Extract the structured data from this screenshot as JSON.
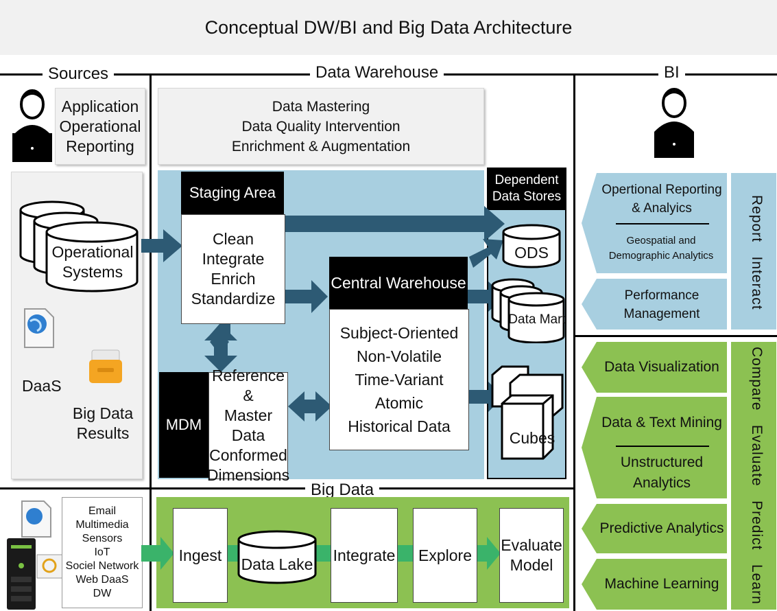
{
  "title": "Conceptual DW/BI and Big Data Architecture",
  "sections": {
    "sources": "Sources",
    "data_warehouse": "Data Warehouse",
    "bi": "BI",
    "big_data": "Big Data"
  },
  "sources": {
    "app_reporting": [
      "Application",
      "Operational",
      "Reporting"
    ],
    "operational_systems": [
      "Operational",
      "Systems"
    ],
    "daas": "DaaS",
    "big_data_results": [
      "Big Data",
      "Results"
    ],
    "bigdata_sources": [
      "Email",
      "Multimedia",
      "Sensors",
      "IoT",
      "Sociel Network",
      "Web DaaS",
      "DW"
    ]
  },
  "dw": {
    "mastering": [
      "Data Mastering",
      "Data Quality Intervention",
      "Enrichment & Augmentation"
    ],
    "staging_title": "Staging Area",
    "staging_items": [
      "Clean",
      "Integrate",
      "Enrich",
      "Standardize"
    ],
    "central_title": "Central Warehouse",
    "central_items": [
      "Subject-Oriented",
      "Non-Volatile",
      "Time-Variant",
      "Atomic",
      "Historical Data"
    ],
    "mdm_label": "MDM",
    "mdm_items": [
      "Reference &",
      "Master Data",
      "Conformed",
      "Dimensions"
    ],
    "dependent_title": [
      "Dependent",
      "Data Stores"
    ],
    "ods": "ODS",
    "data_mart": "Data Mart",
    "cubes": "Cubes"
  },
  "big_data": {
    "ingest": "Ingest",
    "data_lake": "Data Lake",
    "integrate": "Integrate",
    "explore": "Explore",
    "evaluate": [
      "Evaluate",
      "Model"
    ]
  },
  "bi": {
    "op_reporting": [
      "Opertional Reporting",
      "& Analyics"
    ],
    "geospatial": [
      "Geospatial and",
      "Demographic Analytics"
    ],
    "performance": [
      "Performance",
      "Management"
    ],
    "data_viz": "Data Visualization",
    "text_mining": "Data & Text Mining",
    "unstructured": [
      "Unstructured",
      "Analytics"
    ],
    "predictive": "Predictive Analytics",
    "ml": "Machine Learning",
    "side_blue": "Report   Interact",
    "side_green": "Compare   Evaluate   Predict   Learn"
  },
  "colors": {
    "blue_panel": "#a8cfe0",
    "green_panel": "#8cc152",
    "arrow_blue": "#2d5a74",
    "arrow_green": "#3ab36a",
    "black": "#000000"
  }
}
